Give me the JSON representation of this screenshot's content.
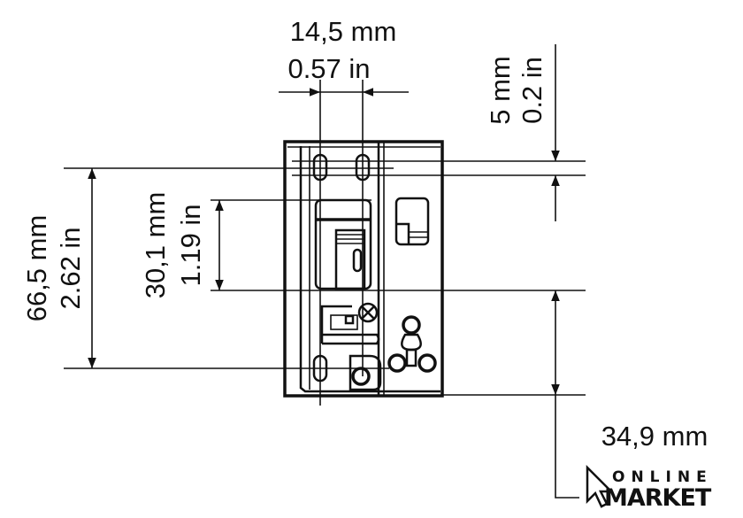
{
  "dimensions": {
    "width": {
      "mm": "14,5 mm",
      "in": "0.57 in"
    },
    "offset_top": {
      "mm": "5 mm",
      "in": "0.2 in"
    },
    "height": {
      "mm": "66,5 mm",
      "in": "2.62 in"
    },
    "mount_spacing": {
      "mm": "30,1 mm",
      "in": "1.19 in"
    },
    "bottom_offset": {
      "mm": "34,9 mm"
    }
  },
  "logo": {
    "line1": "ONLINE",
    "line2": "MARKET"
  }
}
